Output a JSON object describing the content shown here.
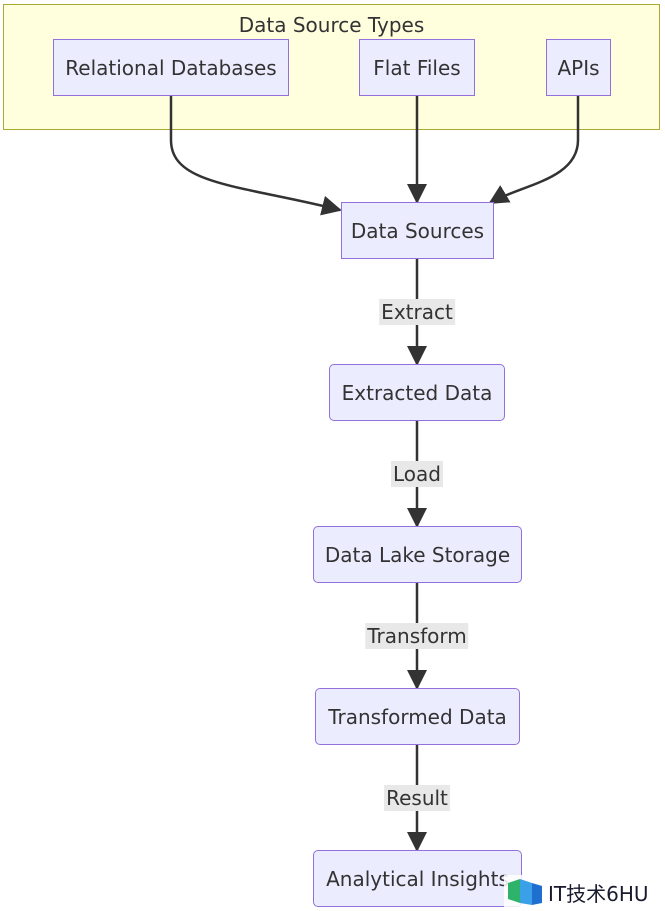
{
  "colors": {
    "node_fill": "#ececff",
    "node_stroke": "#9370db",
    "cluster_fill": "#ffffde",
    "cluster_stroke": "#aaaa33",
    "edge": "#333333",
    "edge_label_bg": "#e8e8e8"
  },
  "cluster": {
    "title": "Data Source Types"
  },
  "nodes": {
    "relational_databases": "Relational Databases",
    "flat_files": "Flat Files",
    "apis": "APIs",
    "data_sources": "Data Sources",
    "extracted_data": "Extracted Data",
    "data_lake_storage": "Data Lake Storage",
    "transformed_data": "Transformed Data",
    "analytical_insights": "Analytical Insights"
  },
  "edge_labels": {
    "extract": "Extract",
    "load": "Load",
    "transform": "Transform",
    "result": "Result"
  },
  "watermark": {
    "text": "IT技术6HU"
  }
}
